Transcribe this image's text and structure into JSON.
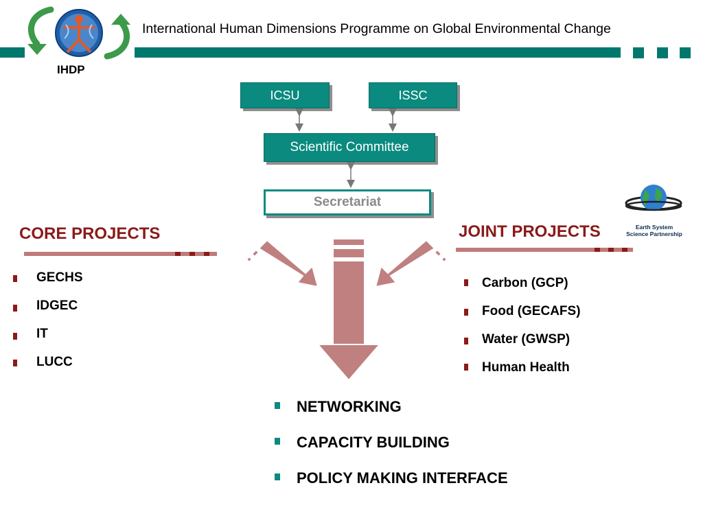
{
  "header": {
    "title": "International Human Dimensions Programme on Global Environmental Change",
    "logo_label": "IHDP"
  },
  "org": {
    "icsu": "ICSU",
    "issc": "ISSC",
    "scientific_committee": "Scientific Committee",
    "secretariat": "Secretariat"
  },
  "core_projects": {
    "title": "CORE  PROJECTS",
    "items": [
      "GECHS",
      "IDGEC",
      "IT",
      "LUCC"
    ]
  },
  "joint_projects": {
    "title": "JOINT  PROJECTS",
    "items": [
      "Carbon  (GCP)",
      "Food (GECAFS)",
      "Water (GWSP)",
      "Human Health"
    ]
  },
  "essp_logo": {
    "line1": "Earth System",
    "line2": "Science Partnership"
  },
  "outputs": {
    "items": [
      "NETWORKING",
      "CAPACITY  BUILDING",
      "POLICY  MAKING  INTERFACE"
    ]
  },
  "colors": {
    "teal": "#00786e",
    "box_teal": "#0b8a7f",
    "dark_red": "#8b1a1a",
    "arrow_pink": "#c08080"
  }
}
